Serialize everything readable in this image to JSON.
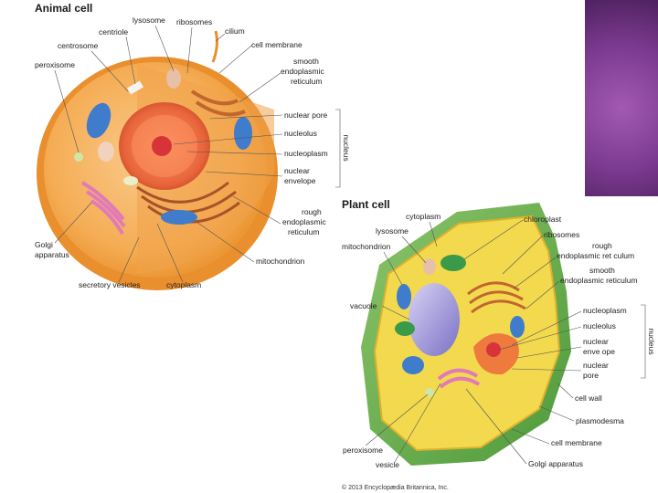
{
  "animal": {
    "title": "Animal cell",
    "labels": {
      "lysosome": "lysosome",
      "ribosomes": "ribosomes",
      "centriole": "centriole",
      "cilium": "cilium",
      "centrosome": "centrosome",
      "cell_membrane": "cell membrane",
      "peroxisome": "peroxisome",
      "smooth_er_1": "smooth",
      "smooth_er_2": "endoplasmic",
      "smooth_er_3": "reticulum",
      "nuclear_pore": "nuclear pore",
      "nucleolus": "nucleolus",
      "nucleoplasm": "nucleoplasm",
      "nuclear_envelope_1": "nuclear",
      "nuclear_envelope_2": "envelope",
      "nucleus_bracket": "nucleus",
      "rough_er_1": "rough",
      "rough_er_2": "endoplasmic",
      "rough_er_3": "reticulum",
      "golgi_1": "Golgi",
      "golgi_2": "apparatus",
      "mitochondrion": "mitochondrion",
      "secretory_vesicles": "secretory vesicles",
      "cytoplasm": "cytoplasm"
    }
  },
  "plant": {
    "title": "Plant cell",
    "labels": {
      "cytoplasm": "cytoplasm",
      "chloroplast": "chloroplast",
      "lysosome": "lysosome",
      "ribosomes": "ribosomes",
      "mitochondrion": "mitochondrion",
      "rough_er_1": "rough",
      "rough_er_2": "endoplasmic ret culum",
      "smooth_er_1": "smooth",
      "smooth_er_2": "endoplasmic reticulum",
      "vacuole": "vacuole",
      "nucleoplasm": "nucleoplasm",
      "nucleolus": "nucleolus",
      "nuclear_envelope_1": "nuclear",
      "nuclear_envelope_2": "enve ope",
      "nuclear_pore_1": "nuclear",
      "nuclear_pore_2": "pore",
      "nucleus_bracket": "nucleus",
      "cell_wall": "cell wall",
      "plasmodesma": "plasmodesma",
      "cell_membrane": "cell membrane",
      "peroxisome": "peroxisome",
      "vesicle": "vesicle",
      "golgi": "Golgi apparatus"
    }
  },
  "credit": "© 2013 Encyclopædia Britannica, Inc.",
  "colors": {
    "animal_membrane": "#f4a23c",
    "animal_cytoplasm": "#f7b860",
    "nucleus": "#e8643a",
    "mitochondrion": "#3f7ccc",
    "golgi": "#e07ab8",
    "plant_wall": "#6bb04a",
    "plant_cytoplasm": "#f2d94e",
    "vacuole": "#9b92d6",
    "chloroplast": "#3a9a4a",
    "accent_purple": "#7b3a8f"
  }
}
